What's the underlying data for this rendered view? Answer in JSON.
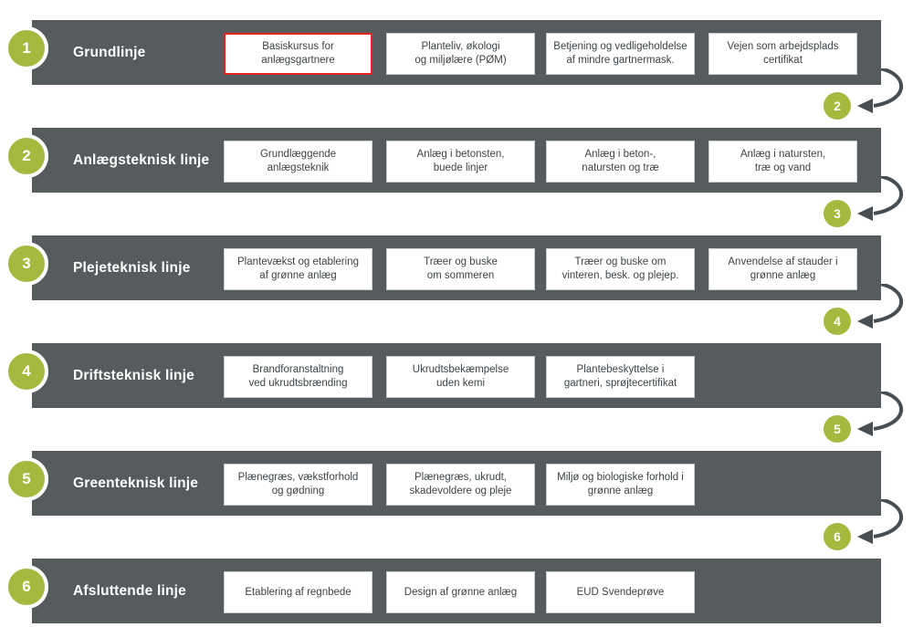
{
  "colors": {
    "bar": "#565c5e",
    "accent": "#a6b93e",
    "red": "#e6231e",
    "arrow": "#474e53",
    "boxborder": "#c9cdd0",
    "boxtext": "#3d4347"
  },
  "rows": [
    {
      "number": "1",
      "title": "Grundlinje",
      "courses": [
        {
          "label": "Basiskursus for\nanlægsgartnere",
          "highlighted": true
        },
        {
          "label": "Planteliv, økologi\nog miljølære (PØM)"
        },
        {
          "label": "Betjening og vedligeholdelse\naf mindre gartnermask."
        },
        {
          "label": "Vejen som arbejdsplads\ncertifikat"
        }
      ]
    },
    {
      "number": "2",
      "title": "Anlægsteknisk linje",
      "courses": [
        {
          "label": "Grundlæggende\nanlægsteknik"
        },
        {
          "label": "Anlæg i betonsten,\nbuede linjer"
        },
        {
          "label": "Anlæg i beton-,\nnatursten og træ"
        },
        {
          "label": "Anlæg i natursten,\ntræ og vand"
        }
      ]
    },
    {
      "number": "3",
      "title": "Plejeteknisk linje",
      "courses": [
        {
          "label": "Plantevækst og etablering\naf grønne anlæg"
        },
        {
          "label": "Træer og buske\nom sommeren"
        },
        {
          "label": "Træer og buske om\nvinteren, besk. og plejep."
        },
        {
          "label": "Anvendelse af stauder i\ngrønne anlæg"
        }
      ]
    },
    {
      "number": "4",
      "title": "Driftsteknisk linje",
      "courses": [
        {
          "label": "Brandforanstaltning\nved ukrudtsbrænding"
        },
        {
          "label": "Ukrudtsbekæmpelse\nuden kemi"
        },
        {
          "label": "Plantebeskyttelse i\ngartneri, sprøjtecertifikat"
        }
      ]
    },
    {
      "number": "5",
      "title": "Greenteknisk linje",
      "courses": [
        {
          "label": "Plænegræs, vækstforhold\nog gødning"
        },
        {
          "label": "Plænegræs, ukrudt,\nskadevoldere og pleje"
        },
        {
          "label": "Miljø og biologiske forhold i\ngrønne anlæg"
        }
      ]
    },
    {
      "number": "6",
      "title": "Afsluttende linje",
      "courses": [
        {
          "label": "Etablering af regnbede"
        },
        {
          "label": "Design af grønne anlæg"
        },
        {
          "label": "EUD Svendeprøve"
        }
      ]
    }
  ],
  "connectors": [
    {
      "number": "2"
    },
    {
      "number": "3"
    },
    {
      "number": "4"
    },
    {
      "number": "5"
    },
    {
      "number": "6"
    }
  ]
}
